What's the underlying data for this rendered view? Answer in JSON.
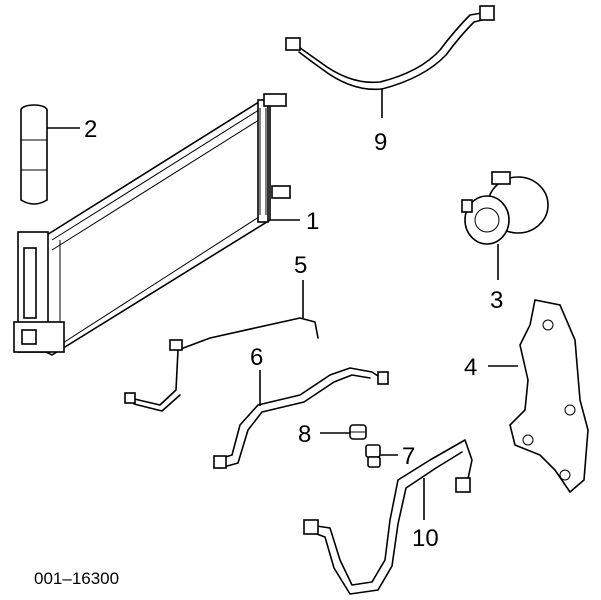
{
  "diagram": {
    "callouts": [
      {
        "id": "1",
        "label": "1",
        "part": "condenser"
      },
      {
        "id": "2",
        "label": "2",
        "part": "receiver-drier"
      },
      {
        "id": "3",
        "label": "3",
        "part": "compressor"
      },
      {
        "id": "4",
        "label": "4",
        "part": "compressor-bracket"
      },
      {
        "id": "5",
        "label": "5",
        "part": "liquid-line"
      },
      {
        "id": "6",
        "label": "6",
        "part": "discharge-hose"
      },
      {
        "id": "7",
        "label": "7",
        "part": "fitting"
      },
      {
        "id": "8",
        "label": "8",
        "part": "cap"
      },
      {
        "id": "9",
        "label": "9",
        "part": "upper-hose"
      },
      {
        "id": "10",
        "label": "10",
        "part": "suction-hose"
      }
    ],
    "reference_code": "001–16300"
  }
}
